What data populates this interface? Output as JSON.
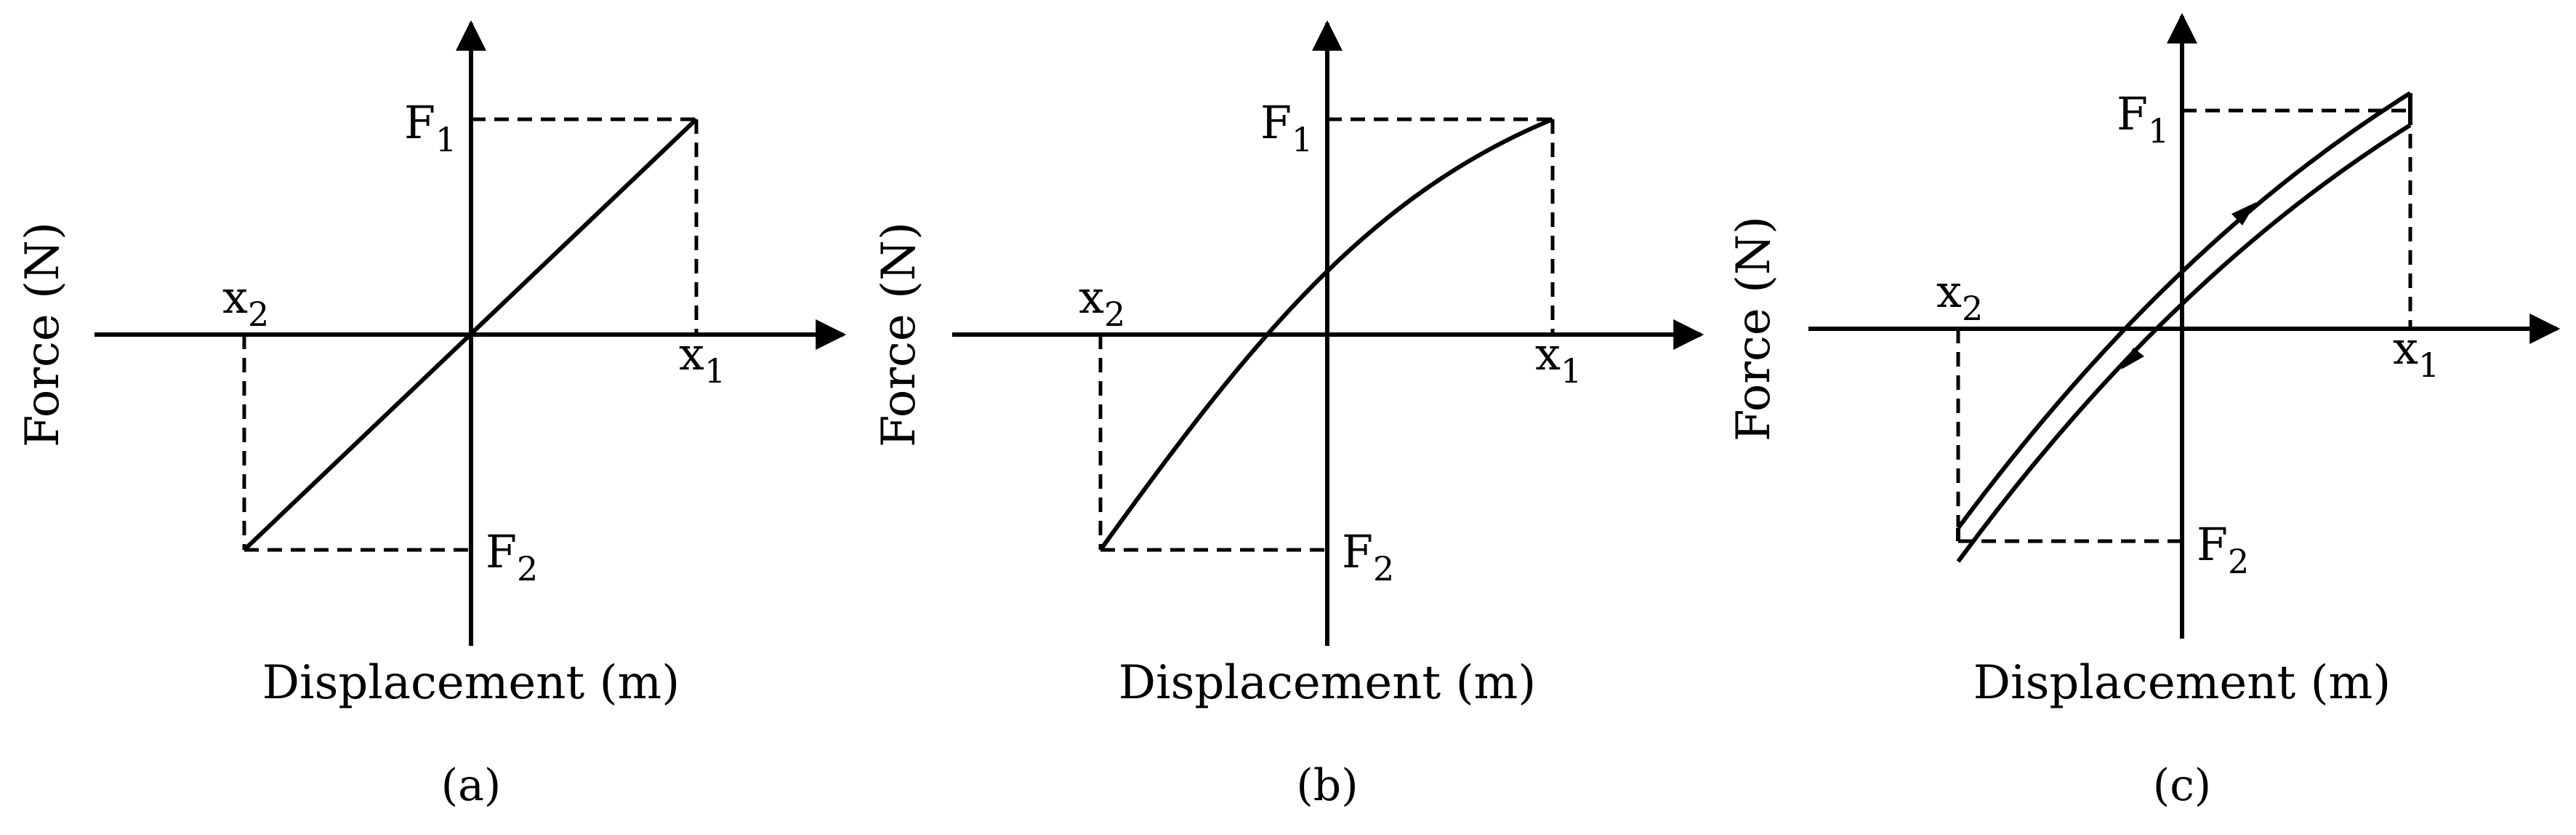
{
  "figure": {
    "panels": [
      {
        "id": "a",
        "caption": "(a)",
        "ylabel": "Force (N)",
        "xlabel": "Displacement (m)",
        "labels": {
          "F1": "F",
          "F1_sub": "1",
          "F2": "F",
          "F2_sub": "2",
          "x1": "x",
          "x1_sub": "1",
          "x2": "x",
          "x2_sub": "2"
        },
        "curve": "linear"
      },
      {
        "id": "b",
        "caption": "(b)",
        "ylabel": "Force (N)",
        "xlabel": "Displacement (m)",
        "labels": {
          "F1": "F",
          "F1_sub": "1",
          "F2": "F",
          "F2_sub": "2",
          "x1": "x",
          "x1_sub": "1",
          "x2": "x",
          "x2_sub": "2"
        },
        "curve": "nonlinear"
      },
      {
        "id": "c",
        "caption": "(c)",
        "ylabel": "Force (N)",
        "xlabel": "Displacement (m)",
        "labels": {
          "F1": "F",
          "F1_sub": "1",
          "F2": "F",
          "F2_sub": "2",
          "x1": "x",
          "x1_sub": "1",
          "x2": "x",
          "x2_sub": "2"
        },
        "curve": "hysteresis"
      }
    ]
  }
}
